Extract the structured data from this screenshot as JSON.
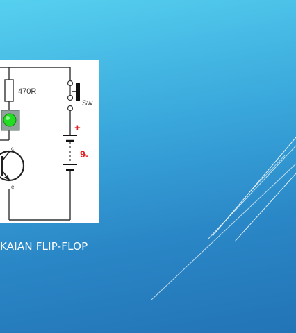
{
  "slide": {
    "caption": "KAIAN FLIP-FLOP"
  },
  "circuit": {
    "resistor_label": "470R",
    "switch_label": "Sw",
    "battery_plus": "+",
    "battery_voltage": "9",
    "battery_unit": "v",
    "collector_label": "c",
    "emitter_label": "e"
  },
  "colors": {
    "background_top": "#56d0ef",
    "background_bottom": "#2274b6",
    "led": "#22dd22",
    "battery_label": "#e02020",
    "decor_lines": "#ffffff"
  },
  "icons": {
    "led": "green-led-icon",
    "resistor": "resistor-icon",
    "switch": "push-switch-icon",
    "battery": "battery-icon",
    "transistor": "transistor-icon"
  }
}
